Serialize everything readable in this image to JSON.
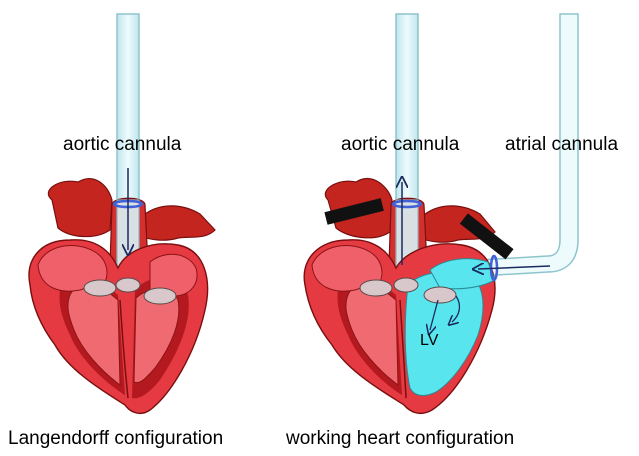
{
  "panels": {
    "left": {
      "cannula_label": "aortic cannula",
      "caption": "Langendorff configuration"
    },
    "right": {
      "aortic_cannula_label": "aortic cannula",
      "atrial_cannula_label": "atrial cannula",
      "ventricle_label": "LV",
      "caption": "working heart configuration"
    }
  },
  "colors": {
    "myocardium": "#ee3a44",
    "myocardium_dark": "#a81216",
    "atrium": "#c4261f",
    "valve": "#d8c8cc",
    "cannula_fill": "#d9f4f8",
    "cannula_stroke": "#8ec4cc",
    "perfusate": "#58e5ee",
    "suture": "#4060d8",
    "clamp": "#111111"
  }
}
